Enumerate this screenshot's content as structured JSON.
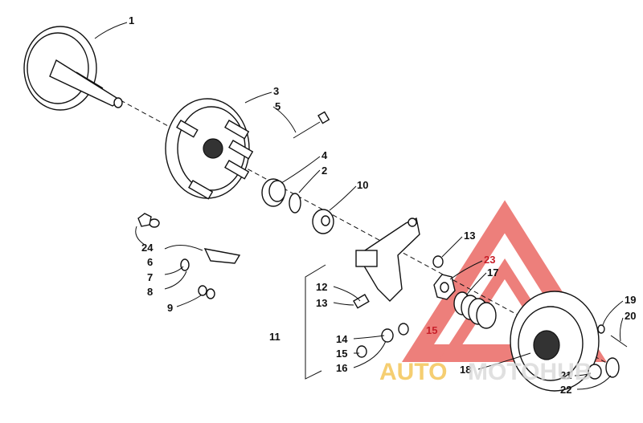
{
  "labels": [
    "1",
    "3",
    "5",
    "4",
    "2",
    "10",
    "24",
    "6",
    "7",
    "8",
    "9",
    "13",
    "23",
    "17",
    "12",
    "13",
    "11",
    "14",
    "15",
    "15",
    "16",
    "18",
    "19",
    "20",
    "21",
    "22"
  ],
  "watermark": {
    "part1": "AUTO",
    "part2": "MOTOHUB"
  },
  "colors": {
    "watermark_red": "#e8554f",
    "watermark_yellow": "#f3c24e",
    "label_red": "#c8202a"
  }
}
